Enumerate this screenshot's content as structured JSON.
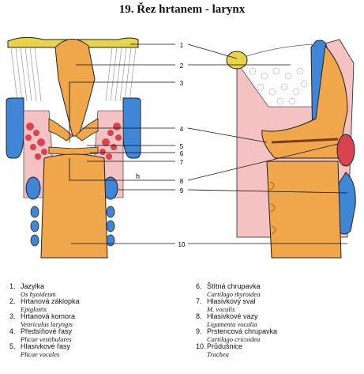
{
  "title": "19. Řez hrtanem - larynx",
  "callouts": [
    "1",
    "2",
    "3",
    "4",
    "5",
    "6",
    "7",
    "8",
    "9",
    "10"
  ],
  "small_label": "h",
  "colors": {
    "cartilage_orange": "#f0a64a",
    "cartilage_blue": "#3f86d6",
    "muscle_red": "#d8434f",
    "membrane_pink": "#f4c2c2",
    "hyoid_yellow": "#e8d44a"
  },
  "legend_left": [
    {
      "num": "1.",
      "cz": "Jazylka",
      "lat": "Os hyoideum"
    },
    {
      "num": "2.",
      "cz": "Hrtanová záklopka",
      "lat": "Epiglottis"
    },
    {
      "num": "3.",
      "cz": "Hrtanová komora",
      "lat": "Venriculus laryngis"
    },
    {
      "num": "4.",
      "cz": "Předsíňové řasy",
      "lat": "Plicae vestibulares"
    },
    {
      "num": "5.",
      "cz": "Hlasivkové řasy",
      "lat": "Plicae vocales"
    }
  ],
  "legend_right": [
    {
      "num": "6.",
      "cz": "Štítná chrupavka",
      "lat": "Cartilago thyroidea"
    },
    {
      "num": "7.",
      "cz": "Hlasivkový sval",
      "lat": "M. vocalis"
    },
    {
      "num": "8.",
      "cz": "Hlasivkové vazy",
      "lat": "Ligamenta vocalia"
    },
    {
      "num": "9.",
      "cz": "Prstencová chrupavka",
      "lat": "Cartilago cricoidea"
    },
    {
      "num": "10.",
      "cz": "Průdušnice",
      "lat": "Trachea"
    }
  ]
}
